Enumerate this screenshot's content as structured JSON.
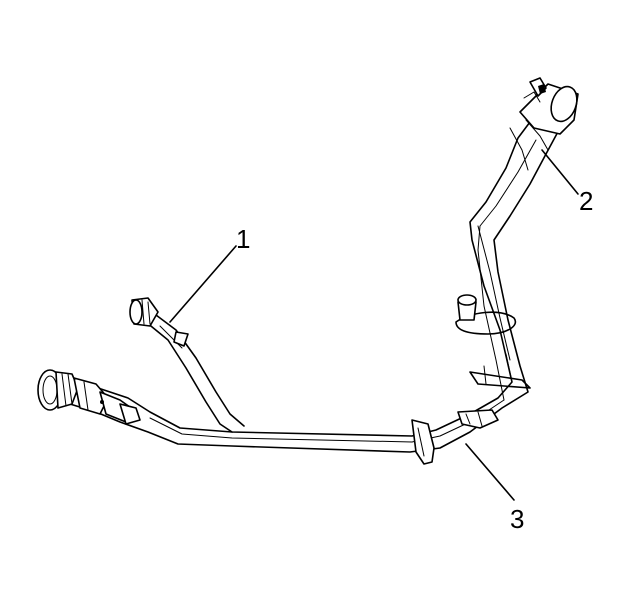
{
  "callouts": [
    {
      "id": "1",
      "label": "1"
    },
    {
      "id": "2",
      "label": "2"
    },
    {
      "id": "3",
      "label": "3"
    }
  ],
  "colors": {
    "background": "#ffffff",
    "line": "#000000"
  }
}
